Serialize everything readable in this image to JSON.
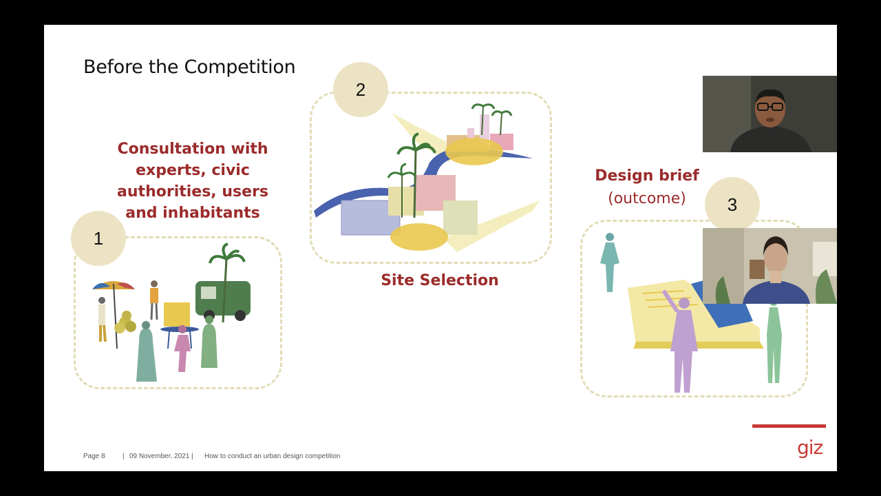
{
  "slide": {
    "title": "Before the Competition",
    "steps": [
      {
        "number": "1",
        "label": "Consultation with experts, civic authorities, users and inhabitants"
      },
      {
        "number": "2",
        "label": "Site Selection"
      },
      {
        "number": "3",
        "label_main": "Design brief",
        "label_sub": "(outcome)"
      }
    ],
    "footer": {
      "page": "Page 8",
      "date": "09 November, 2021",
      "topic": "How to conduct an urban design competition"
    },
    "logo": "giz"
  },
  "colors": {
    "accent_red": "#9b2b2b",
    "circle_fill": "#ece3c4",
    "frame_dash": "#e2dcb6",
    "logo_bar": "#c73a33"
  },
  "video_tiles": [
    {
      "participant": "presenter-male"
    },
    {
      "participant": "participant-female"
    }
  ]
}
